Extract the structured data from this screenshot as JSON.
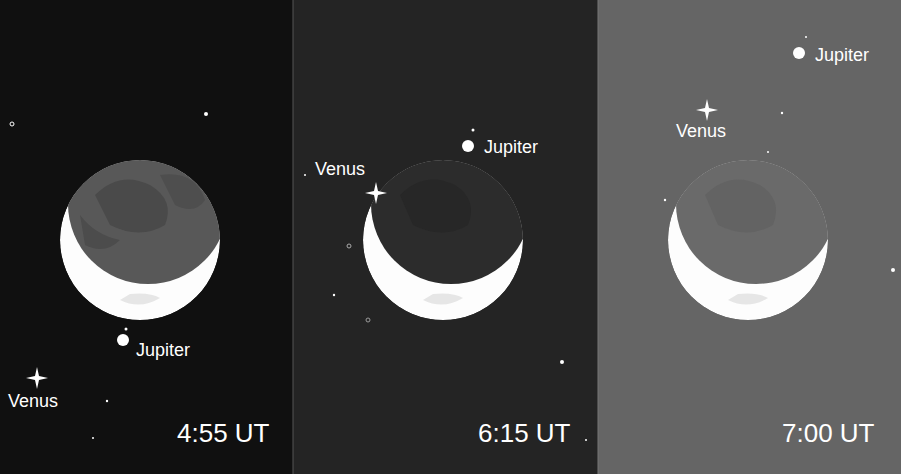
{
  "diagram": {
    "labels": [
      "Jupiter",
      "Venus",
      "4:55 UT",
      "Venus",
      "Jupiter",
      "6:15 UT",
      "Jupiter",
      "Venus",
      "7:00 UT"
    ]
  }
}
